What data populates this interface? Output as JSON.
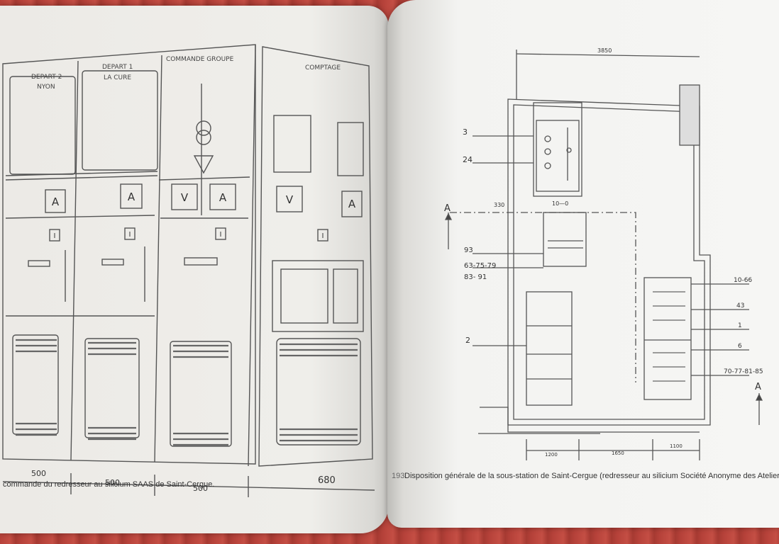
{
  "left_page": {
    "panels": {
      "p1_line1": "DEPART 2",
      "p1_line2": "NYON",
      "p2_line1": "DEPART 1",
      "p2_line2": "LA CURE",
      "p3_title": "COMMANDE GROUPE",
      "p4_title": "COMPTAGE"
    },
    "meter_a": "A",
    "meter_v": "V",
    "switch_i": "I",
    "dimensions": [
      "500",
      "500",
      "500",
      "680"
    ],
    "caption": "commande du redresseur au silicium SAAS de Saint-Cergue."
  },
  "right_page": {
    "dim_top": "3850",
    "dim_330": "330",
    "dim_1040": "10—0",
    "section_left": "A",
    "section_right": "A",
    "labels_left": [
      "3",
      "24",
      "93",
      "63-75-79",
      "83- 91",
      "2"
    ],
    "labels_right": [
      "10-66",
      "43",
      "1",
      "6",
      "70-77-81-85"
    ],
    "dims_bottom": [
      "1200",
      "1650",
      "1100"
    ],
    "caption_prefix": "193.",
    "caption": "Disposition générale de la sous-station de Saint-Cergue (redresseur au silicium Société Anonyme des Ateliers de Séc"
  }
}
